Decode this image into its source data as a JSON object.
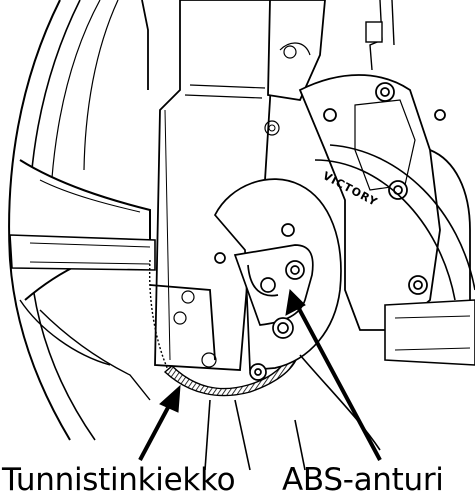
{
  "labels": {
    "tone_ring": "Tunnistinkiekko",
    "abs_sensor": "ABS-anturi"
  },
  "brand_text": "VICTORY",
  "colors": {
    "line": "#000000",
    "background": "#ffffff",
    "shadow": "#d9d9d9"
  }
}
